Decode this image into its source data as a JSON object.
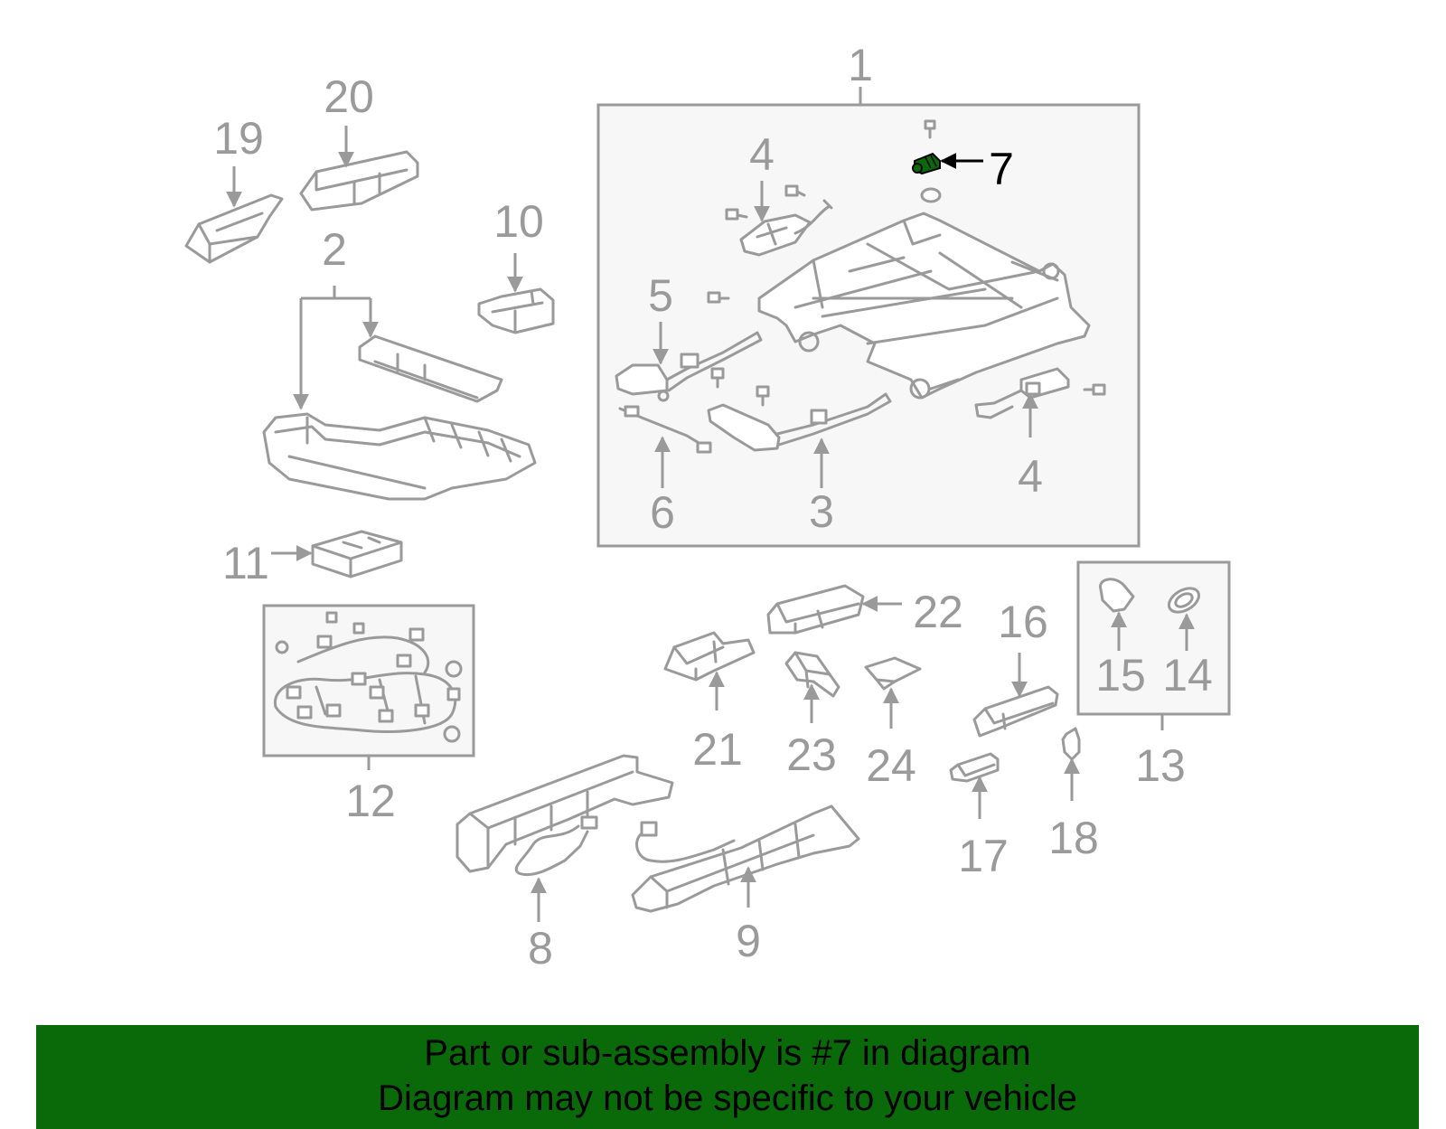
{
  "callouts": {
    "c1": "1",
    "c2": "2",
    "c3": "3",
    "c4a": "4",
    "c4b": "4",
    "c5": "5",
    "c6": "6",
    "c7": "7",
    "c8": "8",
    "c9": "9",
    "c10": "10",
    "c11": "11",
    "c12": "12",
    "c13": "13",
    "c14": "14",
    "c15": "15",
    "c16": "16",
    "c17": "17",
    "c18": "18",
    "c19": "19",
    "c20": "20",
    "c21": "21",
    "c22": "22",
    "c23": "23",
    "c24": "24"
  },
  "highlighted_part": "7",
  "colors": {
    "linework": "#9a9a9a",
    "highlight": "#0a6a0a",
    "banner": "#0a6a0a",
    "box_fill": "#f7f7f7"
  },
  "banner": {
    "line1": "Part or sub-assembly is #7 in diagram",
    "line2": "Diagram may not be specific to your vehicle"
  }
}
